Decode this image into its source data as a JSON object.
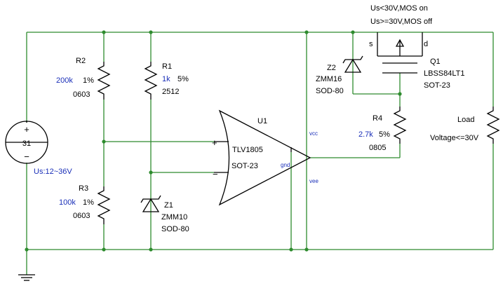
{
  "source": {
    "value": "31",
    "plus": "+",
    "minus": "−",
    "range": "Us:12~36V"
  },
  "r2": {
    "ref": "R2",
    "value": "200k",
    "tol": "1%",
    "pkg": "0603"
  },
  "r3": {
    "ref": "R3",
    "value": "100k",
    "tol": "1%",
    "pkg": "0603"
  },
  "r1": {
    "ref": "R1",
    "value": "1k",
    "tol": "5%",
    "pkg": "2512"
  },
  "z1": {
    "ref": "Z1",
    "part": "ZMM10",
    "pkg": "SOD-80"
  },
  "u1": {
    "ref": "U1",
    "part": "TLV1805",
    "pkg": "SOT-23",
    "plus": "+",
    "minus": "−",
    "vcc": "vcc",
    "gnd": "gnd",
    "vee": "vee"
  },
  "z2": {
    "ref": "Z2",
    "part": "ZMM16",
    "pkg": "SOD-80"
  },
  "q1": {
    "ref": "Q1",
    "part": "LBSS84LT1",
    "pkg": "SOT-23",
    "s": "s",
    "d": "d"
  },
  "r4": {
    "ref": "R4",
    "value": "2.7k",
    "tol": "5%",
    "pkg": "0805"
  },
  "load": {
    "name": "Load",
    "voltage": "Voltage<=30V"
  },
  "notes": {
    "line1": "Us<30V,MOS on",
    "line2": "Us>=30V,MOS off"
  }
}
